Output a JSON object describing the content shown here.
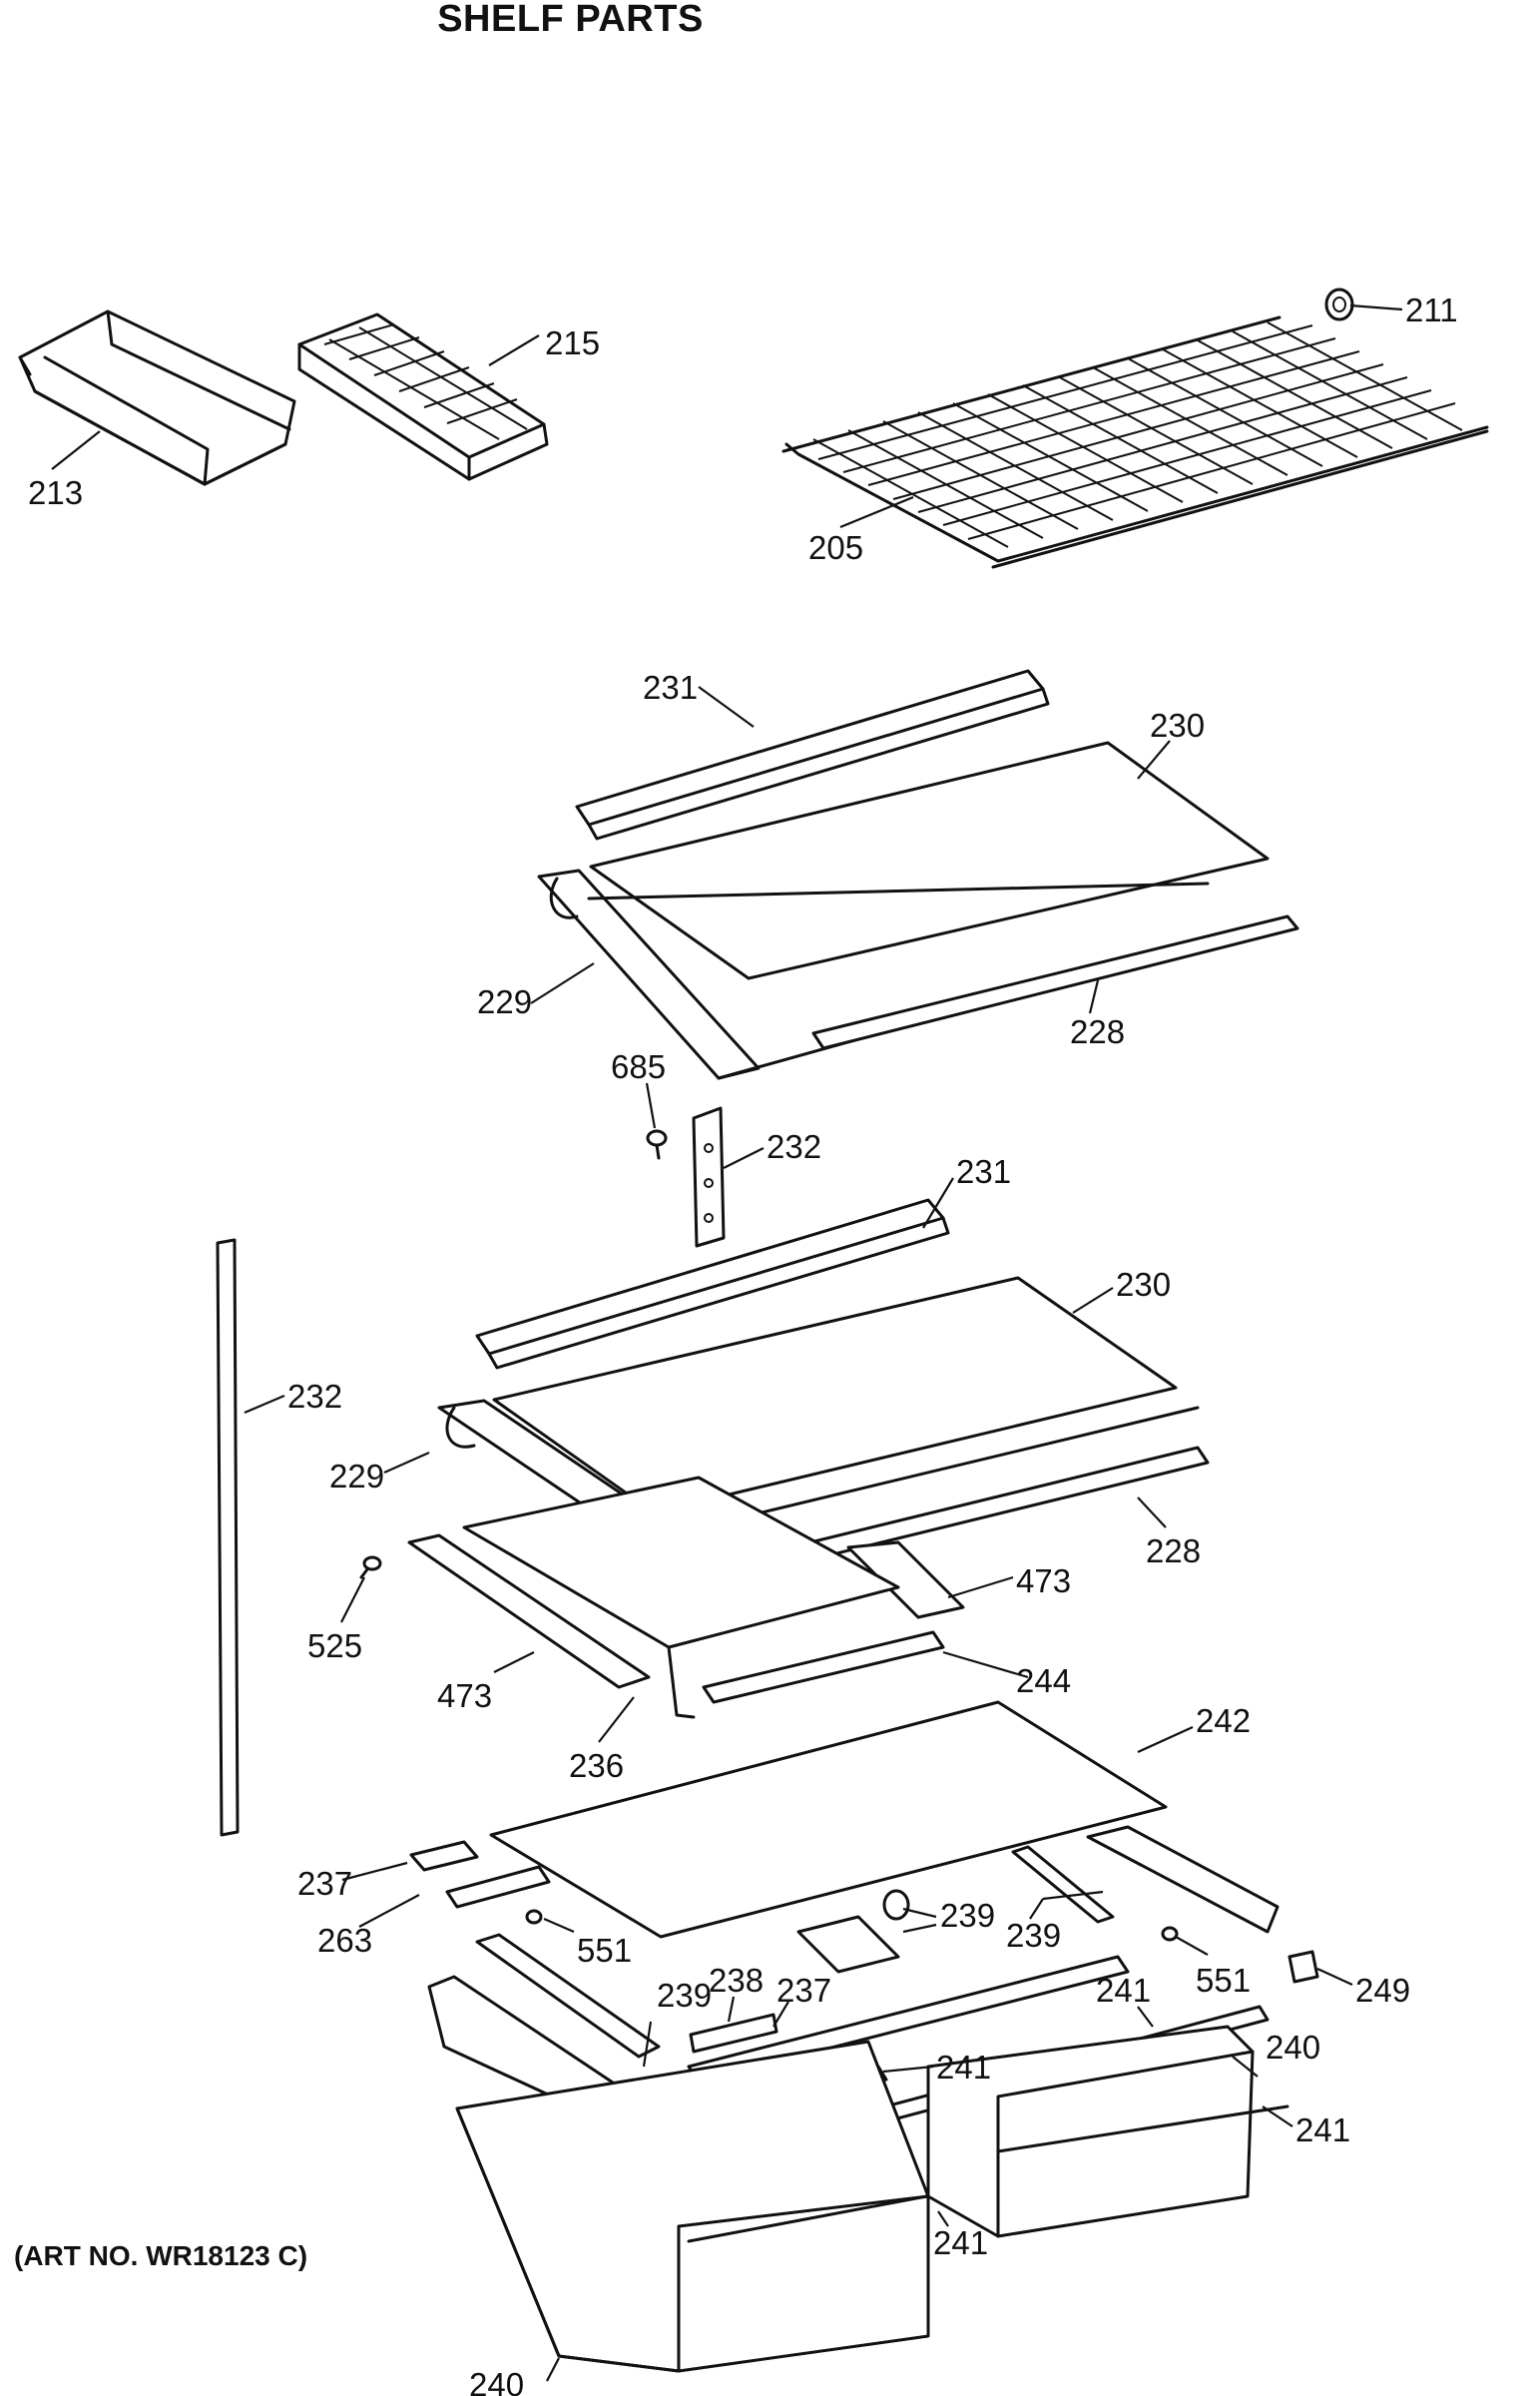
{
  "title": "SHELF PARTS",
  "art_number": "(ART NO. WR18123 C)",
  "callouts": {
    "p211": "211",
    "p215": "215",
    "p213": "213",
    "p205": "205",
    "p231a": "231",
    "p230a": "230",
    "p229a": "229",
    "p228a": "228",
    "p685": "685",
    "p232a": "232",
    "p231b": "231",
    "p230b": "230",
    "p232b": "232",
    "p229b": "229",
    "p228b": "228",
    "p473a": "473",
    "p525": "525",
    "p473b": "473",
    "p244": "244",
    "p236": "236",
    "p242": "242",
    "p237a": "237",
    "p263": "263",
    "p551a": "551",
    "p239a": "239",
    "p239b": "239",
    "p551b": "551",
    "p249": "249",
    "p238": "238",
    "p237b": "237",
    "p239c": "239",
    "p241a": "241",
    "p241b": "241",
    "p240a": "240",
    "p241c": "241",
    "p241d": "241",
    "p240b": "240"
  }
}
